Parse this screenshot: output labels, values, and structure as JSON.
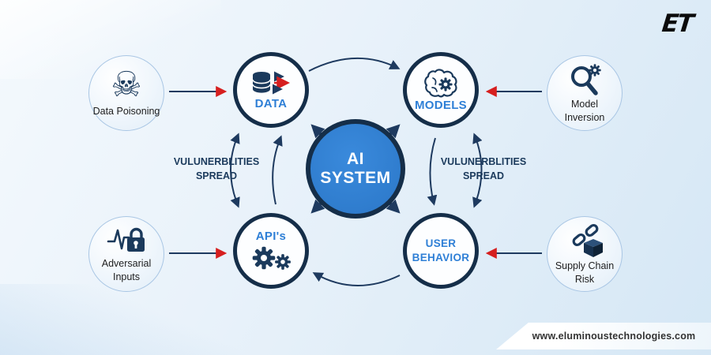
{
  "brand": {
    "logo": "ET",
    "website": "www.eluminoustechnologies.com"
  },
  "center": {
    "label": "AI SYSTEM"
  },
  "nodes": [
    {
      "id": "data",
      "label": "DATA",
      "icon": "database-transfer-icon"
    },
    {
      "id": "models",
      "label": "MODELS",
      "icon": "brain-gear-icon"
    },
    {
      "id": "apis",
      "label": "API's",
      "icon": "gears-icon"
    },
    {
      "id": "user-behavior",
      "label": "USER BEHAVIOR",
      "icon": null
    }
  ],
  "threats": [
    {
      "id": "data-poisoning",
      "label": "Data Poisoning",
      "icon": "skull-crossbones-icon"
    },
    {
      "id": "model-inversion",
      "label": "Model Inversion",
      "icon": "magnifier-gear-icon"
    },
    {
      "id": "adversarial-inputs",
      "label": "Adversarial Inputs",
      "icon": "pulse-lock-icon"
    },
    {
      "id": "supply-chain-risk",
      "label": "Supply Chain Risk",
      "icon": "chain-box-icon"
    }
  ],
  "annotations": {
    "left": {
      "line1": "VULUNERBLITIES",
      "line2": "SPREAD"
    },
    "right": {
      "line1": "VULUNERBLITIES",
      "line2": "SPREAD"
    }
  },
  "glyphs": {
    "skull": "☠"
  },
  "colors": {
    "navy": "#152e49",
    "arrow_navy": "#1e3a5f",
    "arrow_red": "#d61f1f",
    "node_label_blue": "#2e7fd6",
    "center_fill": "#2f7fd3",
    "background_light_blue": "#e9f2fa",
    "threat_border": "#a9c6e4"
  }
}
